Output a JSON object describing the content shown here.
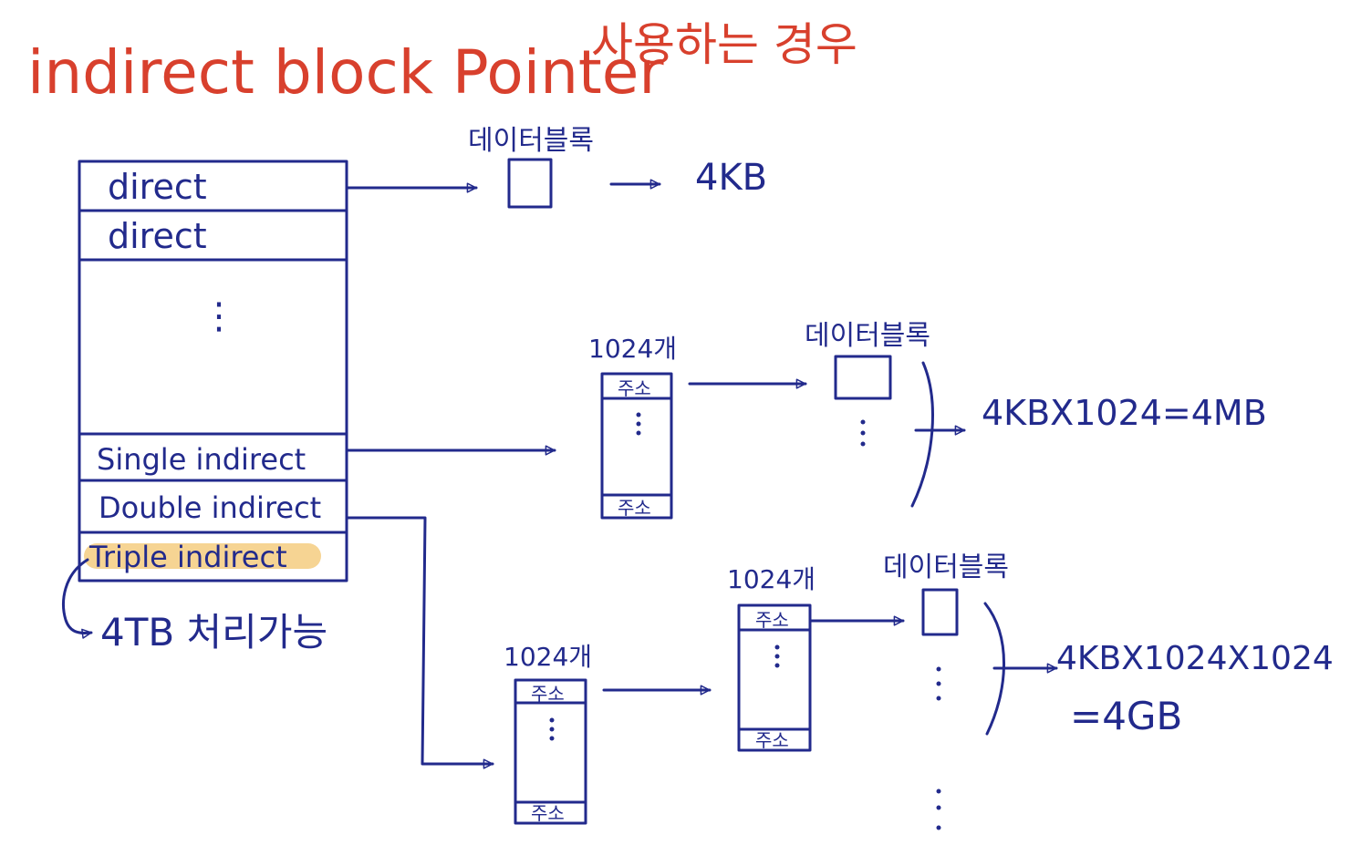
{
  "title": {
    "english": "indirect block Pointer",
    "korean": "사용하는 경우"
  },
  "inode": {
    "rows": [
      "direct",
      "direct",
      "⋮",
      "Single indirect",
      "Double indirect",
      "Triple indirect"
    ],
    "note": "4TB 처리가능"
  },
  "direct_path": {
    "block_label": "데이터블록",
    "size": "4KB"
  },
  "single_path": {
    "count_label": "1024개",
    "cell_label": "주소",
    "block_label": "데이터블록",
    "formula": "4KBX1024=4MB"
  },
  "double_path": {
    "level1_count": "1024개",
    "level2_count": "1024개",
    "cell_label": "주소",
    "block_label": "데이터블록",
    "formula_line1": "4KBX1024X1024",
    "formula_line2": "=4GB"
  },
  "colors": {
    "ink": "#222a8c",
    "title": "#d8402d",
    "highlight": "#f3c66f"
  }
}
